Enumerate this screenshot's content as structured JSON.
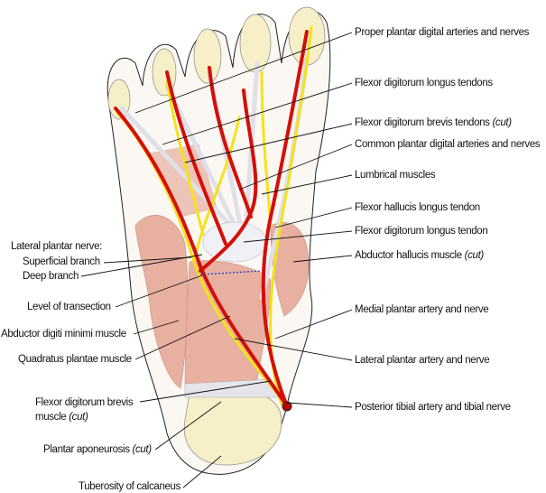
{
  "labels_right": [
    {
      "text": "Proper plantar digital arteries and nerves"
    },
    {
      "text": "Flexor digitorum longus tendons"
    },
    {
      "text": "Flexor digitorum brevis tendons",
      "suffix": "(cut)"
    },
    {
      "text": "Common plantar digital arteries and nerves"
    },
    {
      "text": "Lumbrical muscles"
    },
    {
      "text": "Flexor hallucis longus tendon"
    },
    {
      "text": "Flexor digitorum longus tendon"
    },
    {
      "text": "Abductor hallucis muscle",
      "suffix": "(cut)"
    },
    {
      "text": "Medial plantar artery and nerve"
    },
    {
      "text": "Lateral plantar artery and nerve"
    },
    {
      "text": "Posterior tibial artery and tibial nerve"
    }
  ],
  "labels_left": [
    {
      "text": "Lateral plantar nerve:"
    },
    {
      "text": "Superficial branch"
    },
    {
      "text": "Deep branch"
    },
    {
      "text": "Level of transection"
    },
    {
      "text": "Abductor digiti minimi muscle"
    },
    {
      "text": "Quadratus plantae muscle"
    },
    {
      "text": "Flexor digitorum brevis"
    },
    {
      "text": "muscle",
      "suffix": "(cut)"
    },
    {
      "text": "Plantar aponeurosis",
      "suffix": "(cut)"
    },
    {
      "text": "Tuberosity of calcaneus"
    }
  ],
  "colors": {
    "artery": "#d40f0a",
    "nerve": "#f5e21a",
    "muscle": "#e8b0a0",
    "tendon": "#eeeef2",
    "bone": "#f6efc8",
    "outline": "#222222"
  }
}
